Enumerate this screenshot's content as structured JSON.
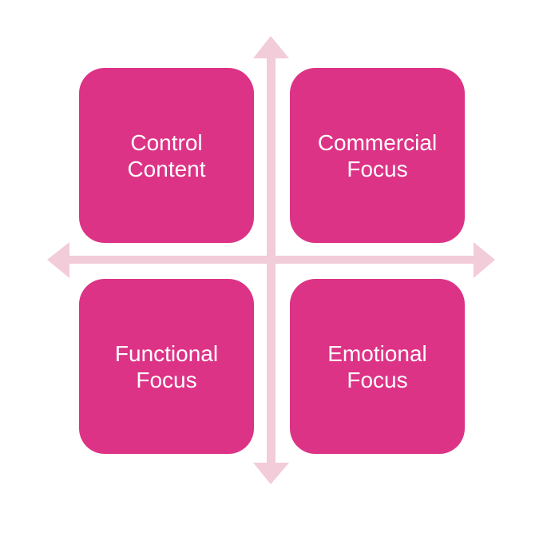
{
  "colors": {
    "box": "#DC3386",
    "arrow": "#F2CCD9",
    "text": "#FFFFFF",
    "background": "#FFFFFF"
  },
  "quadrants": [
    {
      "id": "top-left",
      "lines": [
        "Control",
        "Content"
      ]
    },
    {
      "id": "top-right",
      "lines": [
        "Commercial",
        "Focus"
      ]
    },
    {
      "id": "bottom-left",
      "lines": [
        "Functional",
        "Focus"
      ]
    },
    {
      "id": "bottom-right",
      "lines": [
        "Emotional",
        "Focus"
      ]
    }
  ],
  "axes": {
    "horizontal": "double-headed-arrow",
    "vertical": "double-headed-arrow"
  }
}
